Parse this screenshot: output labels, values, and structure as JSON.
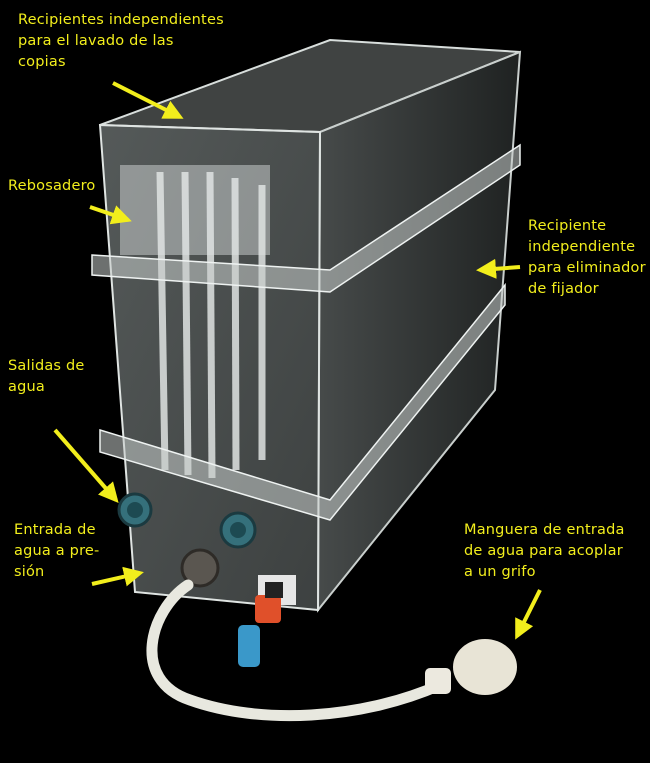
{
  "labels": {
    "wash_tanks": [
      "Recipientes independientes",
      "para el lavado de las",
      "copias"
    ],
    "overflow": [
      "Rebosadero"
    ],
    "fixer_tank": [
      "Recipiente",
      "independiente",
      "para eliminador",
      "de fijador"
    ],
    "water_outlets": [
      "Salidas de",
      "agua"
    ],
    "pressure_inlet": [
      "Entrada de",
      "agua a pre-",
      "sión"
    ],
    "inlet_hose": [
      "Manguera de entrada",
      "de agua para acoplar",
      "a un grifo"
    ]
  },
  "colors": {
    "label": "#f2ee1c",
    "background": "#000000",
    "fitting": "#2f6f7a",
    "valve": "#e0502a"
  }
}
